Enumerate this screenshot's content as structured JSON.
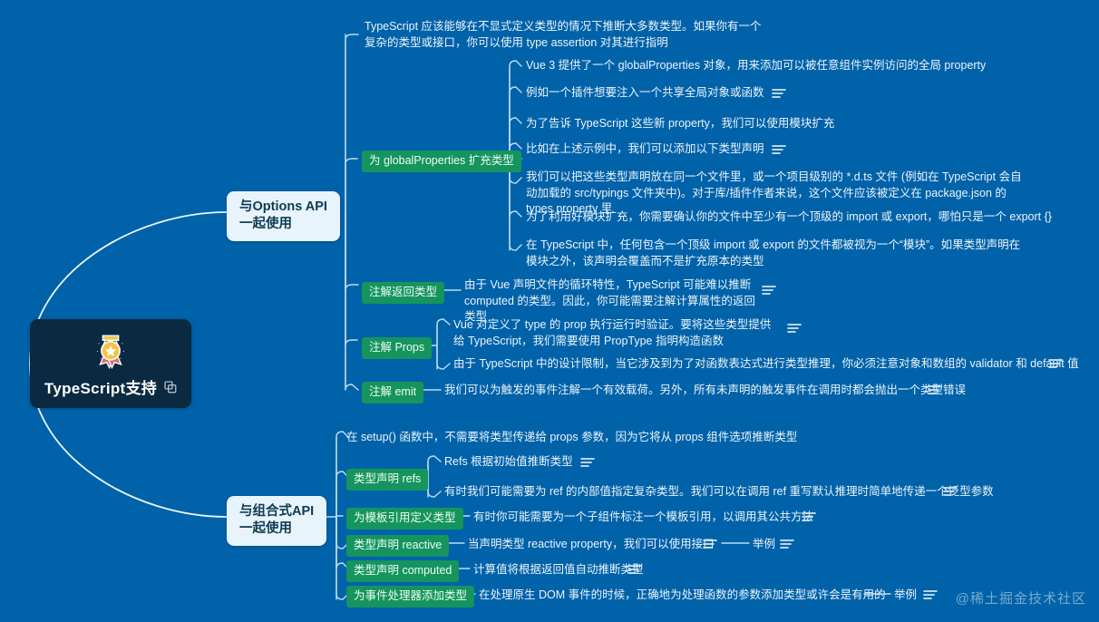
{
  "canvas": {
    "background": "#0062a9",
    "accent_green": "#16945e",
    "center_bg": "#0b2a42",
    "node_bg": "#e8f4fb"
  },
  "center": {
    "title": "TypeScript支持",
    "icon": "medal-icon",
    "copy_icon": "copy-icon"
  },
  "branches": [
    {
      "id": "options",
      "label": "与Options API\n一起使用",
      "line1": "与Options API",
      "line2": "一起使用"
    },
    {
      "id": "composition",
      "label": "与组合式API\n一起使用",
      "line1": "与组合式API",
      "line2": "一起使用"
    }
  ],
  "nodes": {
    "n_infer": "TypeScript 应该能够在不显式定义类型的情况下推断大多数类型。如果你有一个复杂的类型或接口，你可以使用 type assertion 对其进行指明",
    "t_globalprops": "为 globalProperties 扩充类型",
    "g1": "Vue 3 提供了一个 globalProperties 对象，用来添加可以被任意组件实例访问的全局 property",
    "g2": "例如一个插件想要注入一个共享全局对象或函数",
    "g3": "为了告诉 TypeScript 这些新 property，我们可以使用模块扩充",
    "g4": "比如在上述示例中，我们可以添加以下类型声明",
    "g5": "我们可以把这些类型声明放在同一个文件里，或一个项目级别的 *.d.ts 文件 (例如在 TypeScript 会自动加载的 src/typings 文件夹中)。对于库/插件作者来说，这个文件应该被定义在 package.json 的 types property 里",
    "g6": "为了利用好模块扩充，你需要确认你的文件中至少有一个顶级的 import 或 export，哪怕只是一个 export {}",
    "g7": "在 TypeScript 中，任何包含一个顶级 import 或 export 的文件都被视为一个“模块”。如果类型声明在模块之外，该声明会覆盖而不是扩充原本的类型",
    "t_return": "注解返回类型",
    "r1": "由于 Vue 声明文件的循环特性，TypeScript 可能难以推断 computed 的类型。因此，你可能需要注解计算属性的返回类型",
    "t_props": "注解 Props",
    "p1": "Vue 对定义了 type 的 prop 执行运行时验证。要将这些类型提供给 TypeScript，我们需要使用 PropType 指明构造函数",
    "p2": "由于 TypeScript 中的设计限制，当它涉及到为了对函数表达式进行类型推理，你必须注意对象和数组的 validator 和 default 值",
    "t_emit": "注解 emit",
    "e1": "我们可以为触发的事件注解一个有效载荷。另外，所有未声明的触发事件在调用时都会抛出一个类型错误",
    "c1": "在 setup() 函数中，不需要将类型传递给 props 参数，因为它将从 props 组件选项推断类型",
    "t_refs": "类型声明 refs",
    "rf1": "Refs 根据初始值推断类型",
    "rf2": "有时我们可能需要为 ref 的内部值指定复杂类型。我们可以在调用 ref 重写默认推理时简单地传递一个泛型参数",
    "t_tmplref": "为模板引用定义类型",
    "tr1": "有时你可能需要为一个子组件标注一个模板引用，以调用其公共方法",
    "t_reactive": "类型声明 reactive",
    "rc1": "当声明类型 reactive property，我们可以使用接口",
    "rc_example": "举例",
    "t_computed": "类型声明 computed",
    "cp1": "计算值将根据返回值自动推断类型",
    "t_handler": "为事件处理器添加类型",
    "h1": "在处理原生 DOM 事件的时候，正确地为处理函数的参数添加类型或许会是有用的",
    "h_example": "举例"
  },
  "watermark": "@稀土掘金技术社区"
}
